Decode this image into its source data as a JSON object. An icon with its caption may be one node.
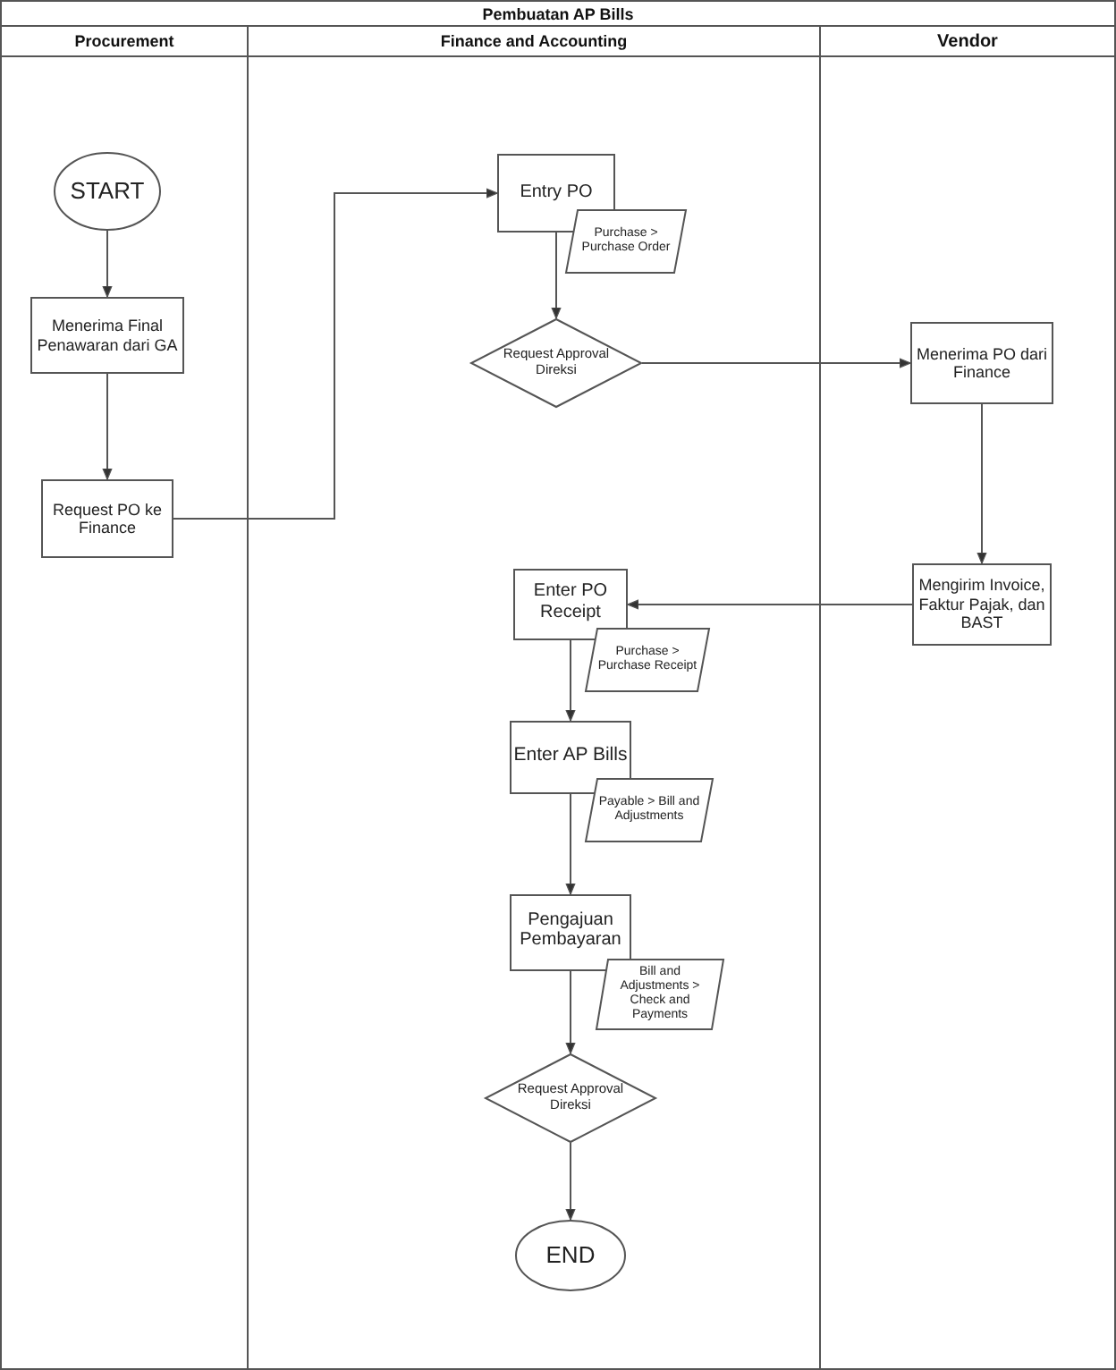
{
  "diagram": {
    "nodes": [
      {
        "text": [
          "Pembuatan AP Bills"
        ]
      },
      {
        "text": [
          "Procurement"
        ],
        "in": 0
      },
      {
        "text": [
          "Finance and Accounting"
        ],
        "in": 0
      },
      {
        "text": [
          "Vendor"
        ],
        "in": 0
      },
      {
        "text": [
          "START"
        ],
        "in": 1
      },
      {
        "text": [
          "Menerima Final Penawaran dari GA"
        ],
        "in": 1
      },
      {
        "text": [
          "Request PO ke Finance"
        ],
        "in": 1
      },
      {
        "text": [
          "Entry PO"
        ],
        "in": 2
      },
      {
        "text": [
          "Purchase > Purchase Order"
        ],
        "in": 2
      },
      {
        "text": [
          "Request Approval Direksi"
        ],
        "in": 2
      },
      {
        "text": [
          "Menerima PO dari Finance"
        ],
        "in": 3
      },
      {
        "text": [
          "Mengirim Invoice, Faktur Pajak, dan BAST"
        ],
        "in": 3
      },
      {
        "text": [
          "Enter PO Receipt"
        ],
        "in": 2
      },
      {
        "text": [
          "Purchase > Purchase Receipt"
        ],
        "in": 2
      },
      {
        "text": [
          "Enter AP Bills"
        ],
        "in": 2
      },
      {
        "text": [
          "Payable > Bill and Adjustments"
        ],
        "in": 2
      },
      {
        "text": [
          "Pengajuan Pembayaran"
        ],
        "in": 2
      },
      {
        "text": [
          "Bill and Adjustments > Check and Payments"
        ],
        "in": 2
      },
      {
        "text": [
          "Request Approval Direksi"
        ],
        "in": 2
      },
      {
        "text": [
          "END"
        ],
        "in": 2
      }
    ],
    "edges": [
      {
        "from": 4,
        "to": 5,
        "arrow": "to"
      },
      {
        "from": 5,
        "to": 6,
        "arrow": "to"
      },
      {
        "from": 6,
        "to": 7,
        "arrow": "to"
      },
      {
        "from": 7,
        "to": 9,
        "arrow": "to"
      },
      {
        "from": 9,
        "to": 10,
        "arrow": "to"
      },
      {
        "from": 10,
        "to": 11,
        "arrow": "to"
      },
      {
        "from": 11,
        "to": 12,
        "arrow": "to"
      },
      {
        "from": 12,
        "to": 14,
        "arrow": "to"
      },
      {
        "from": 14,
        "to": 16,
        "arrow": "to"
      },
      {
        "from": 16,
        "to": 18,
        "arrow": "to"
      },
      {
        "from": 18,
        "to": 19,
        "arrow": "to"
      }
    ]
  }
}
